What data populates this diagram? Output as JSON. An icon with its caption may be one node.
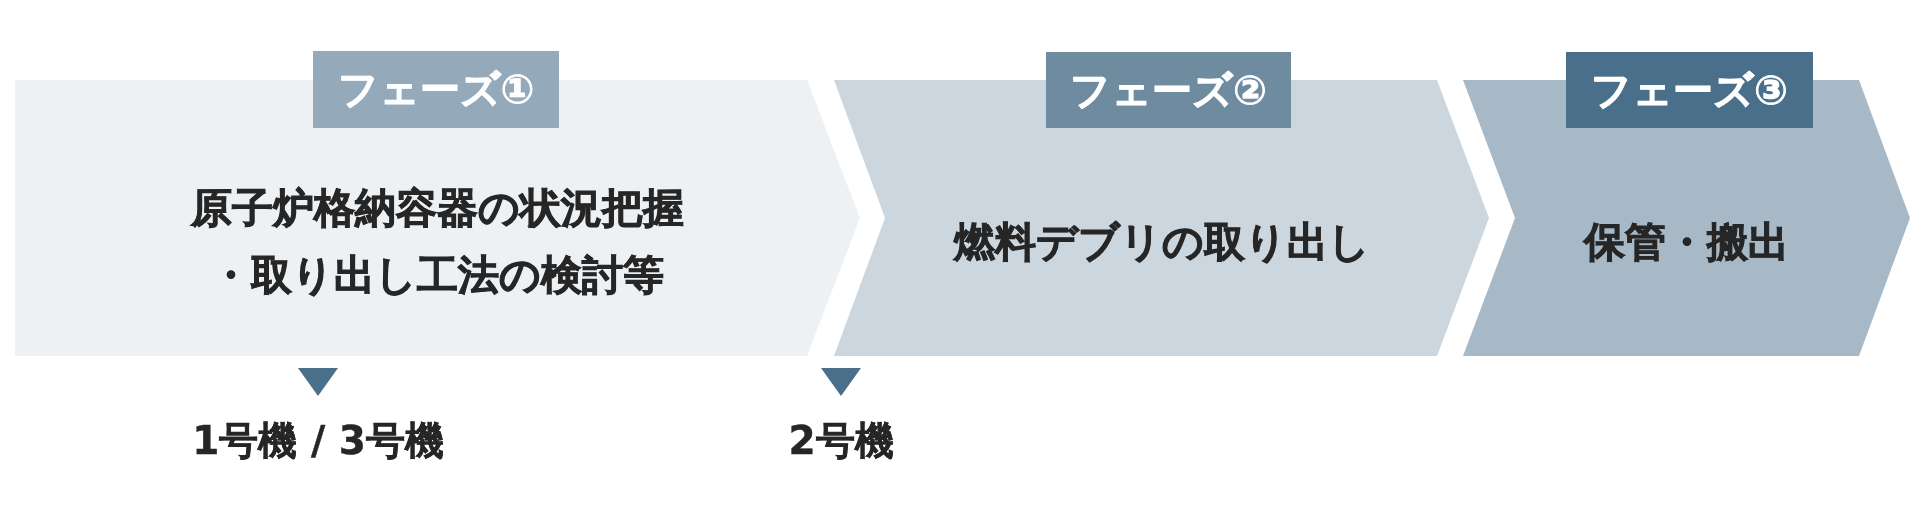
{
  "diagram": {
    "nodes": [
      {
        "text": [
          "フェーズ①"
        ]
      },
      {
        "text": [
          "原子炉格納容器の状況把握・取り出し工法の検討等"
        ]
      },
      {
        "text": [
          "フェーズ②"
        ]
      },
      {
        "text": [
          "燃料デブリの取り出し"
        ]
      },
      {
        "text": [
          "フェーズ③"
        ]
      },
      {
        "text": [
          "保管・搬出"
        ]
      }
    ],
    "labels": [
      "1号機 / 3号機",
      "2号機"
    ]
  }
}
